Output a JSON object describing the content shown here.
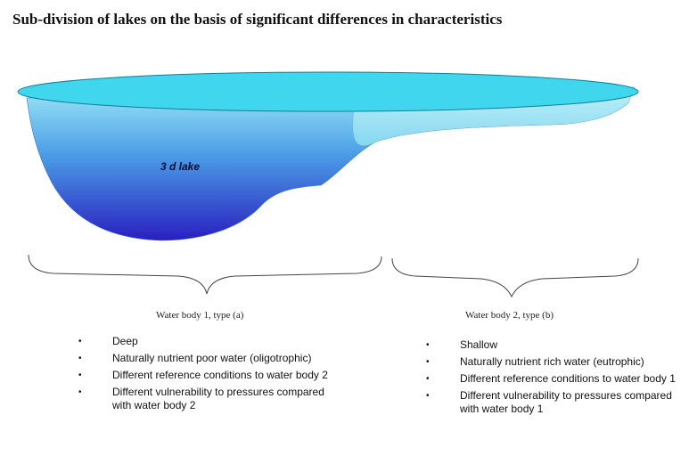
{
  "title": "Sub-division of lakes on the basis of significant differences in characteristics",
  "lake_label": "3 d lake",
  "water_body_a": {
    "caption": "Water body 1, type (a)",
    "bullets": [
      "Deep",
      "Naturally nutrient poor water (oligotrophic)",
      "Different reference conditions to water body 2",
      "Different vulnerability to pressures compared with water body 2"
    ]
  },
  "water_body_b": {
    "caption": "Water body 2, type (b)",
    "bullets": [
      "Shallow",
      "Naturally nutrient rich water (eutrophic)",
      "Different reference conditions to water body 1",
      "Different vulnerability to pressures compared with water body 1"
    ]
  },
  "colors": {
    "surface": "#40d7ee",
    "deep": "#2a20c0",
    "shallow": "#a8ecf8"
  }
}
